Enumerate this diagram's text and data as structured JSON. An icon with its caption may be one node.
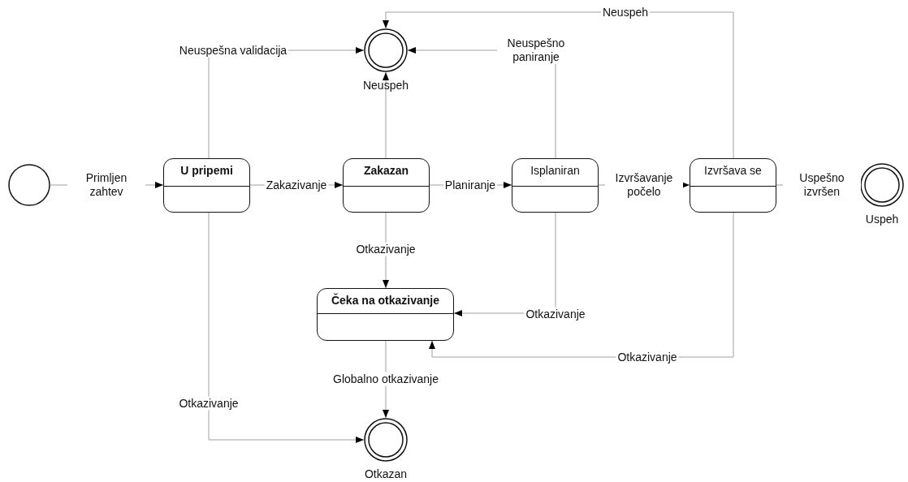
{
  "diagram": {
    "nodes": [
      {
        "text": [],
        "shape": "circle"
      },
      {
        "text": [
          "U pripemi"
        ]
      },
      {
        "text": [
          "Zakazan"
        ]
      },
      {
        "text": [
          "Isplaniran"
        ]
      },
      {
        "text": [
          "Izvršava se"
        ]
      },
      {
        "text": [
          "Čeka na otkazivanje"
        ]
      },
      {
        "text": [],
        "shape": "circle",
        "beside": [
          "Neuspeh"
        ]
      },
      {
        "text": [],
        "shape": "circle",
        "beside": [
          "Uspeh"
        ]
      },
      {
        "text": [],
        "shape": "circle",
        "beside": [
          "Otkazan"
        ]
      }
    ],
    "edges": [
      {
        "from": 0,
        "to": 1,
        "arrow": "to",
        "label": "Primljen zahtev"
      },
      {
        "from": 1,
        "to": 2,
        "arrow": "to",
        "label": "Zakazivanje"
      },
      {
        "from": 2,
        "to": 3,
        "arrow": "to",
        "label": "Planiranje"
      },
      {
        "from": 3,
        "to": 4,
        "arrow": "to",
        "label": "Izvršavanje počelo"
      },
      {
        "from": 4,
        "to": 7,
        "arrow": "to",
        "label": "Uspešno izvršen"
      },
      {
        "from": 1,
        "to": 6,
        "arrow": "to",
        "label": "Neuspešna validacija"
      },
      {
        "from": 2,
        "to": 6,
        "arrow": "to"
      },
      {
        "from": 3,
        "to": 6,
        "arrow": "to",
        "label": "Neuspešno paniranje"
      },
      {
        "from": 4,
        "to": 6,
        "arrow": "to",
        "label": "Neuspeh"
      },
      {
        "from": 2,
        "to": 5,
        "arrow": "to",
        "label": "Otkazivanje"
      },
      {
        "from": 3,
        "to": 5,
        "arrow": "to",
        "label": "Otkazivanje"
      },
      {
        "from": 4,
        "to": 5,
        "arrow": "to",
        "label": "Otkazivanje"
      },
      {
        "from": 5,
        "to": 8,
        "arrow": "to",
        "label": "Globalno otkazivanje"
      },
      {
        "from": 1,
        "to": 8,
        "arrow": "to",
        "label": "Otkazivanje"
      }
    ]
  }
}
